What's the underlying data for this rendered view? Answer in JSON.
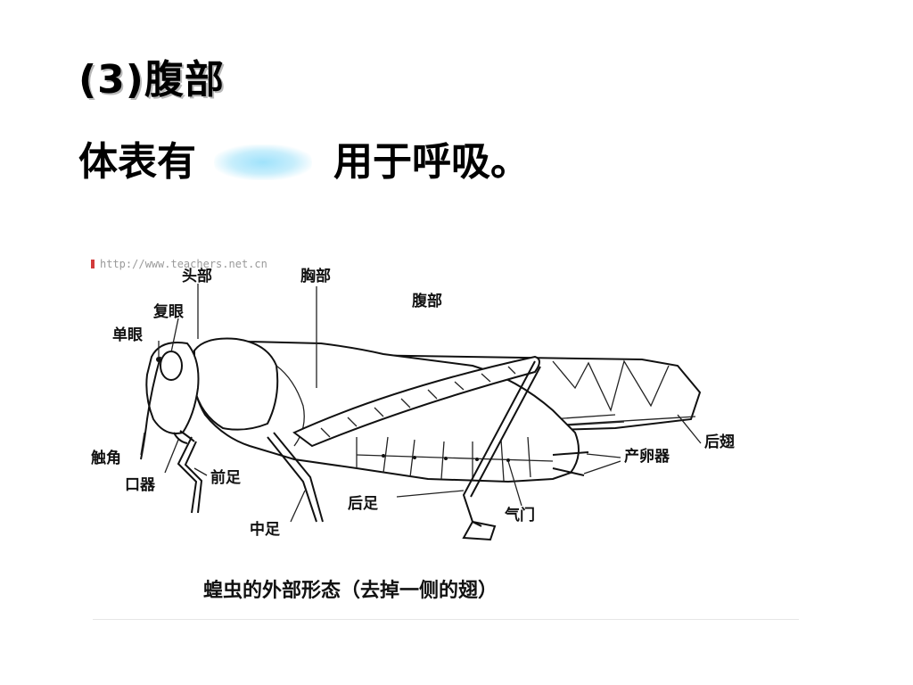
{
  "heading": "(3)腹部",
  "sentence": {
    "before": "体表有",
    "after": "用于呼吸。"
  },
  "figure": {
    "watermark": "http://www.teachers.net.cn",
    "labels": {
      "head": "头部",
      "thorax": "胸部",
      "abdomen": "腹部",
      "compound_eye": "复眼",
      "simple_eye": "单眼",
      "antenna": "触角",
      "mouthparts": "口器",
      "foreleg": "前足",
      "midleg": "中足",
      "hindleg": "后足",
      "spiracle": "气门",
      "ovipositor": "产卵器",
      "hindwing": "后翅"
    },
    "caption": "蝗虫的外部形态（去掉一侧的翅）"
  }
}
